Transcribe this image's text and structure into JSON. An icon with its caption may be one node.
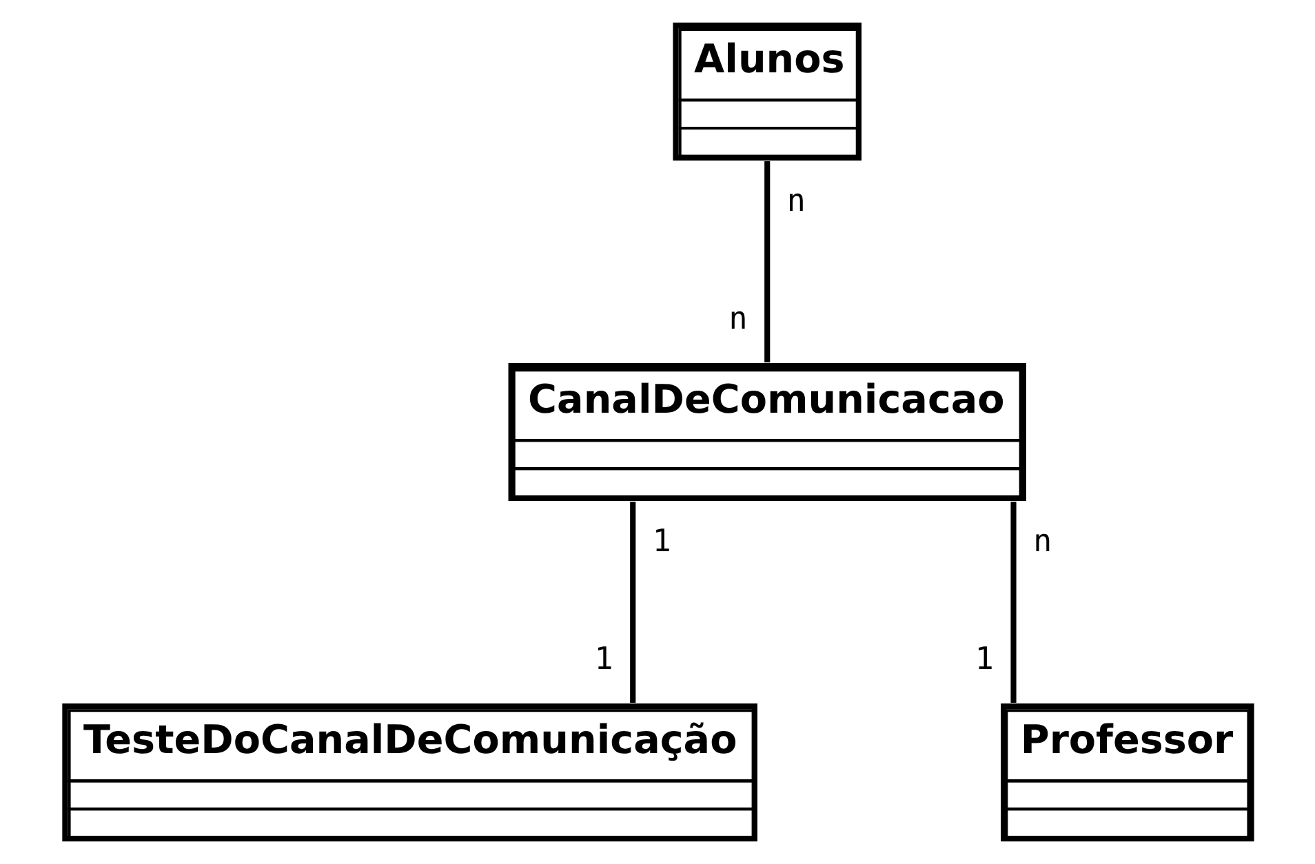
{
  "diagram": {
    "nodes": [
      {
        "text": [
          "Alunos"
        ]
      },
      {
        "text": [
          "CanalDeComunicacao"
        ]
      },
      {
        "text": [
          "TesteDoCanalDeComunicação"
        ]
      },
      {
        "text": [
          "Professor"
        ]
      }
    ],
    "edges": [
      {
        "from": 0,
        "to": 1,
        "arrow": "none"
      },
      {
        "from": 1,
        "to": 2,
        "arrow": "none"
      },
      {
        "from": 1,
        "to": 3,
        "arrow": "none"
      }
    ],
    "labels": [
      "n",
      "n",
      "1",
      "n",
      "1",
      "1"
    ]
  }
}
